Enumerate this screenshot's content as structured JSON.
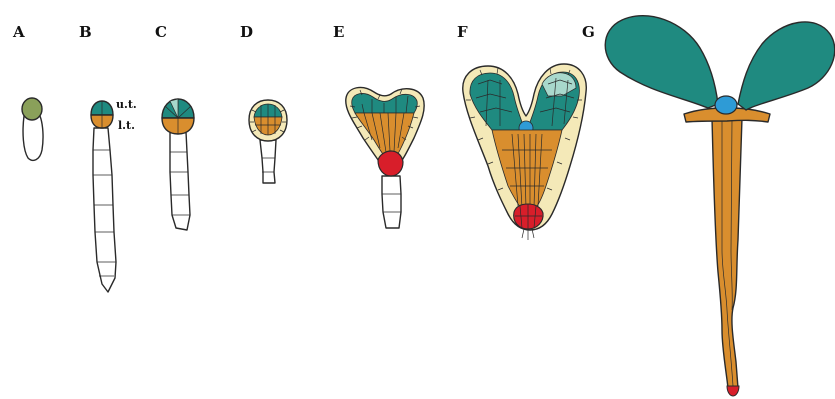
{
  "panels": [
    {
      "label": "A"
    },
    {
      "label": "B"
    },
    {
      "label": "C"
    },
    {
      "label": "D"
    },
    {
      "label": "E"
    },
    {
      "label": "F"
    },
    {
      "label": "G"
    }
  ],
  "annotations": {
    "upper_tier": "u.t.",
    "lower_tier": "l.t."
  },
  "colors": {
    "zygote_olive": "#8aa05a",
    "teal": "#1f8a80",
    "light_teal": "#a8d8cc",
    "orange": "#d98e2e",
    "cream": "#f4e9b8",
    "red": "#d81e2a",
    "blue": "#2e9bd6",
    "outline": "#2a2a2a"
  }
}
